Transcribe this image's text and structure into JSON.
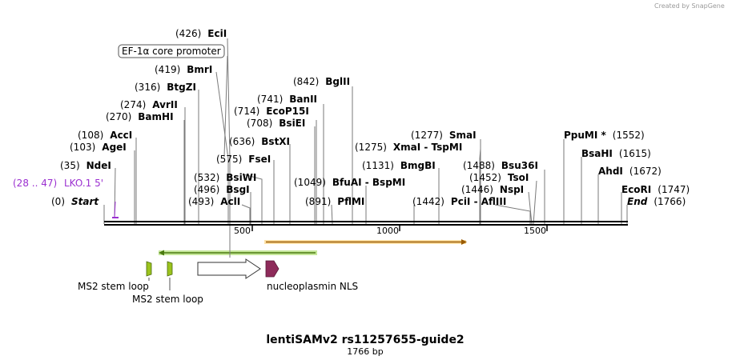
{
  "credit": "Created by  SnapGene",
  "map": {
    "name": "lentiSAMv2 rs11257655-guide2",
    "length_label": "1766 bp",
    "length": 1766
  },
  "ruler_ticks": [
    "500",
    "1000",
    "1500"
  ],
  "sites": [
    {
      "pos": "(426)",
      "name": "EciI"
    },
    {
      "pos": "(419)",
      "name": "BmrI"
    },
    {
      "pos": "(316)",
      "name": "BtgZI"
    },
    {
      "pos": "(274)",
      "name": "AvrII"
    },
    {
      "pos": "(270)",
      "name": "BamHI"
    },
    {
      "pos": "(108)",
      "name": "AccI"
    },
    {
      "pos": "(103)",
      "name": "AgeI"
    },
    {
      "pos": "(35)",
      "name": "NdeI"
    },
    {
      "pos": "(0)",
      "name": "Start"
    },
    {
      "pos": "(842)",
      "name": "BglII"
    },
    {
      "pos": "(741)",
      "name": "BanII"
    },
    {
      "pos": "(714)",
      "name": "EcoP15I"
    },
    {
      "pos": "(708)",
      "name": "BsiEI"
    },
    {
      "pos": "(636)",
      "name": "BstXI"
    },
    {
      "pos": "(575)",
      "name": "FseI"
    },
    {
      "pos": "(532)",
      "name": "BsiWI"
    },
    {
      "pos": "(496)",
      "name": "BsgI"
    },
    {
      "pos": "(493)",
      "name": "AclI"
    },
    {
      "pos": "(1049)",
      "name": "BfuAI  -  BspMI"
    },
    {
      "pos": "(891)",
      "name": "PflMI"
    },
    {
      "pos": "(1277)",
      "name": "SmaI"
    },
    {
      "pos": "(1275)",
      "name": "XmaI  -  TspMI"
    },
    {
      "pos": "(1131)",
      "name": "BmgBI"
    },
    {
      "pos": "(1488)",
      "name": "Bsu36I"
    },
    {
      "pos": "(1452)",
      "name": "TsoI"
    },
    {
      "pos": "(1446)",
      "name": "NspI"
    },
    {
      "pos": "(1442)",
      "name": "PciI  -  AflIII"
    },
    {
      "pos": "(1552)",
      "name": "PpuMI *"
    },
    {
      "pos": "(1615)",
      "name": "BsaHI"
    },
    {
      "pos": "(1672)",
      "name": "AhdI"
    },
    {
      "pos": "(1747)",
      "name": "EcoRI"
    },
    {
      "pos": "(1766)",
      "name": "End"
    }
  ],
  "primer": {
    "range": "(28 .. 47)",
    "name": "LKO.1 5'",
    "color": "#9b30d0"
  },
  "promoter_box": "EF-1α core promoter",
  "features": [
    "MS2 stem loop",
    "MS2 stem loop",
    "nucleoplasmin NLS"
  ],
  "colors": {
    "green_arrow": "#7ab51d",
    "orange_arrow": "#e8a83a",
    "nls": "#8e2b5a",
    "loop": "#9bc31d"
  }
}
